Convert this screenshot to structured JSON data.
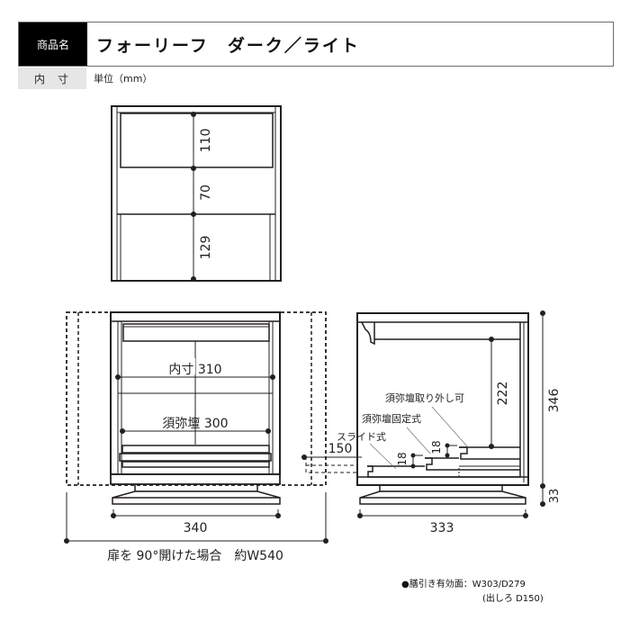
{
  "header": {
    "label": "商品名",
    "title": "フォーリーフ　ダーク／ライト"
  },
  "sub": {
    "label": "内寸",
    "unit": "単位（mm）"
  },
  "top_view": {
    "dim_top_drawer": "110",
    "dim_middle": "70",
    "dim_bottom": "129"
  },
  "front_view": {
    "inner_width": "内寸 310",
    "step_width": "須弥壇 300",
    "base_width": "340",
    "open_note": "扉を 90°開けた場合　約W540"
  },
  "side_view": {
    "slide_label": "スライド式",
    "fixed_label": "須弥壇固定式",
    "removable_label": "須弥壇取り外し可",
    "slide_depth": "150",
    "step1": "18",
    "step2": "18",
    "inner_height": "222",
    "total_height": "346",
    "base_height": "33",
    "depth": "333"
  },
  "notes": {
    "line1": "●膳引き有効面：W303/D279",
    "line2": "(出しろ D150)"
  },
  "colors": {
    "line": "#231f20",
    "header_bg": "#000000",
    "sub_bg": "#e6e6e6"
  }
}
